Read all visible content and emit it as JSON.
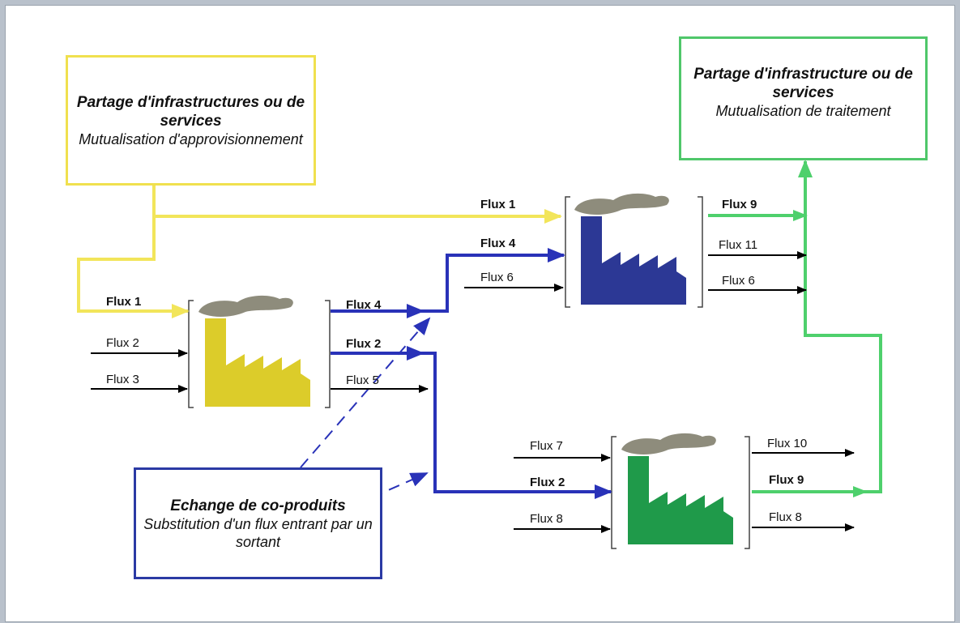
{
  "boxes": {
    "supply": {
      "title": "Partage d'infrastructures ou de services",
      "subtitle": "Mutualisation d'approvisionnement",
      "color": "#f0e04e"
    },
    "treatment": {
      "title": "Partage d'infrastructure ou de services",
      "subtitle": "Mutualisation de traitement",
      "color": "#4fc76a"
    },
    "exchange": {
      "title": "Echange de co-produits",
      "subtitle": "Substitution d'un flux entrant par un sortant",
      "color": "#2b3aa4"
    }
  },
  "factories": [
    {
      "name": "yellow-factory",
      "color": "#dccc2a"
    },
    {
      "name": "blue-factory",
      "color": "#2c3895"
    },
    {
      "name": "green-factory",
      "color": "#1f9a4a"
    }
  ],
  "flows": {
    "f1_y": "Flux 1",
    "f2_y": "Flux 2",
    "f3_y": "Flux 3",
    "f4_out": "Flux 4",
    "f2_out": "Flux 2",
    "f5_out": "Flux 5",
    "f1_b": "Flux 1",
    "f4_b": "Flux 4",
    "f6_b_in": "Flux 6",
    "f9_b": "Flux 9",
    "f11_b": "Flux 11",
    "f6_b_out": "Flux 6",
    "f7_g": "Flux 7",
    "f2_g": "Flux 2",
    "f8_g_in": "Flux 8",
    "f10_g": "Flux 10",
    "f9_g": "Flux 9",
    "f8_g_out": "Flux 8"
  },
  "colors": {
    "yellow_line": "#f2e55a",
    "blue_line": "#2932b8",
    "green_line": "#4ed06c",
    "smoke": "#8e8c7c"
  }
}
